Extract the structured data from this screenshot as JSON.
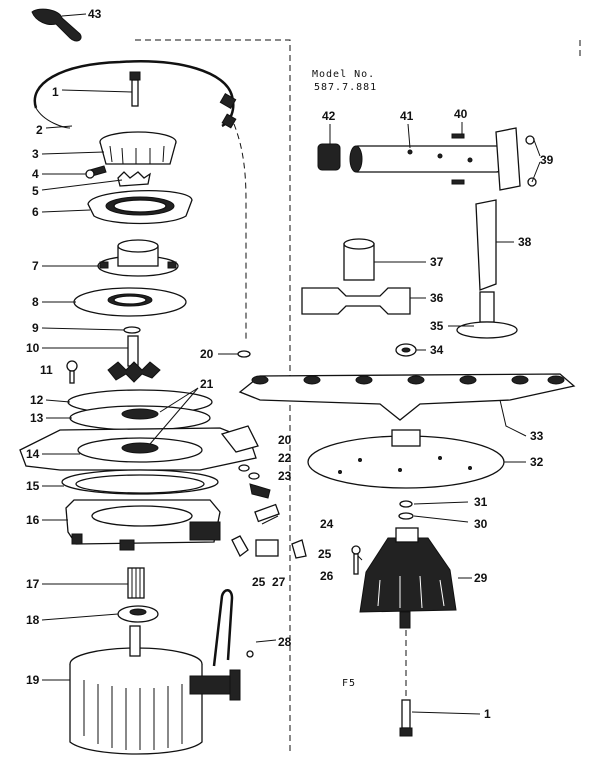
{
  "model": {
    "line1": "Model No.",
    "line2": "587.7.881"
  },
  "figure_code": "F5",
  "callouts": [
    {
      "id": "c43",
      "text": "43"
    },
    {
      "id": "c1a",
      "text": "1"
    },
    {
      "id": "c2",
      "text": "2"
    },
    {
      "id": "c3",
      "text": "3"
    },
    {
      "id": "c4",
      "text": "4"
    },
    {
      "id": "c5",
      "text": "5"
    },
    {
      "id": "c6",
      "text": "6"
    },
    {
      "id": "c7",
      "text": "7"
    },
    {
      "id": "c8",
      "text": "8"
    },
    {
      "id": "c9",
      "text": "9"
    },
    {
      "id": "c10",
      "text": "10"
    },
    {
      "id": "c11",
      "text": "11"
    },
    {
      "id": "c12",
      "text": "12"
    },
    {
      "id": "c13",
      "text": "13"
    },
    {
      "id": "c14",
      "text": "14"
    },
    {
      "id": "c15",
      "text": "15"
    },
    {
      "id": "c16",
      "text": "16"
    },
    {
      "id": "c17",
      "text": "17"
    },
    {
      "id": "c18",
      "text": "18"
    },
    {
      "id": "c19",
      "text": "19"
    },
    {
      "id": "c20a",
      "text": "20"
    },
    {
      "id": "c21",
      "text": "21"
    },
    {
      "id": "c20b",
      "text": "20"
    },
    {
      "id": "c22",
      "text": "22"
    },
    {
      "id": "c23",
      "text": "23"
    },
    {
      "id": "c24",
      "text": "24"
    },
    {
      "id": "c25a",
      "text": "25"
    },
    {
      "id": "c27",
      "text": "27"
    },
    {
      "id": "c25b",
      "text": "25"
    },
    {
      "id": "c26",
      "text": "26"
    },
    {
      "id": "c28",
      "text": "28"
    },
    {
      "id": "c29",
      "text": "29"
    },
    {
      "id": "c30",
      "text": "30"
    },
    {
      "id": "c31",
      "text": "31"
    },
    {
      "id": "c32",
      "text": "32"
    },
    {
      "id": "c33",
      "text": "33"
    },
    {
      "id": "c34",
      "text": "34"
    },
    {
      "id": "c35",
      "text": "35"
    },
    {
      "id": "c36",
      "text": "36"
    },
    {
      "id": "c37",
      "text": "37"
    },
    {
      "id": "c38",
      "text": "38"
    },
    {
      "id": "c39",
      "text": "39"
    },
    {
      "id": "c40",
      "text": "40"
    },
    {
      "id": "c41",
      "text": "41"
    },
    {
      "id": "c42",
      "text": "42"
    },
    {
      "id": "c1b",
      "text": "1"
    }
  ]
}
